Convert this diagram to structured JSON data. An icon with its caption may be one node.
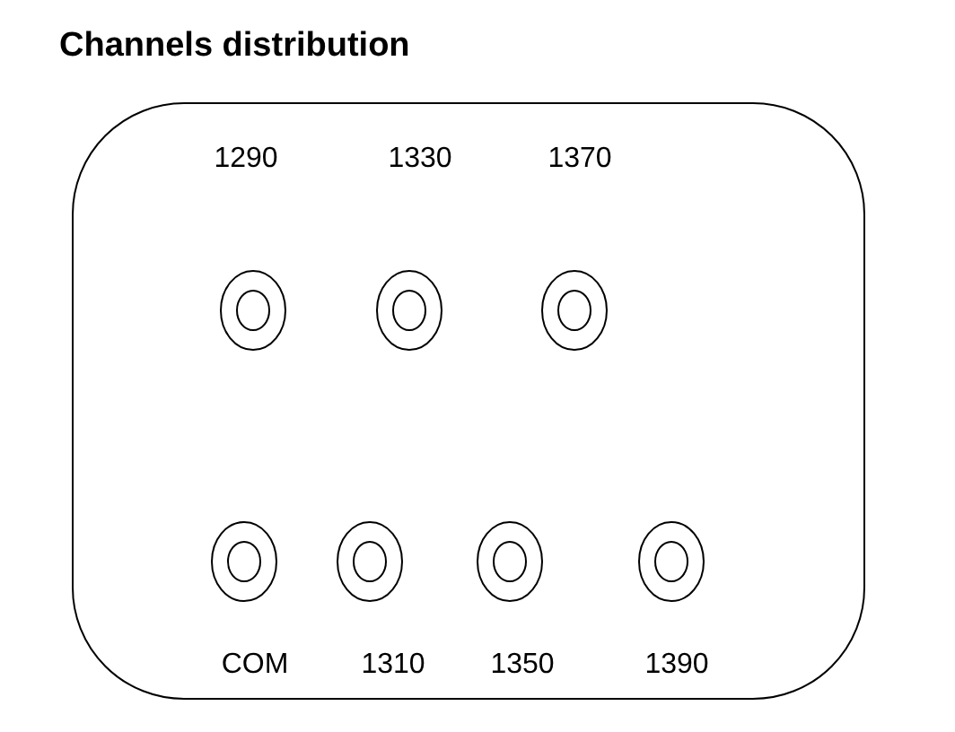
{
  "diagram": {
    "title": "Channels distribution",
    "nodes": [
      {
        "text": [],
        "shape": "box"
      },
      {
        "text": [],
        "shape": "circle",
        "in": 0,
        "beside": [
          "1290"
        ]
      },
      {
        "text": [],
        "shape": "circle",
        "in": 0,
        "beside": [
          "1330"
        ]
      },
      {
        "text": [],
        "shape": "circle",
        "in": 0,
        "beside": [
          "1370"
        ]
      },
      {
        "text": [],
        "shape": "circle",
        "in": 0,
        "beside": [
          "COM"
        ]
      },
      {
        "text": [],
        "shape": "circle",
        "in": 0,
        "beside": [
          "1310"
        ]
      },
      {
        "text": [],
        "shape": "circle",
        "in": 0,
        "beside": [
          "1350"
        ]
      },
      {
        "text": [],
        "shape": "circle",
        "in": 0,
        "beside": [
          "1390"
        ]
      }
    ]
  }
}
